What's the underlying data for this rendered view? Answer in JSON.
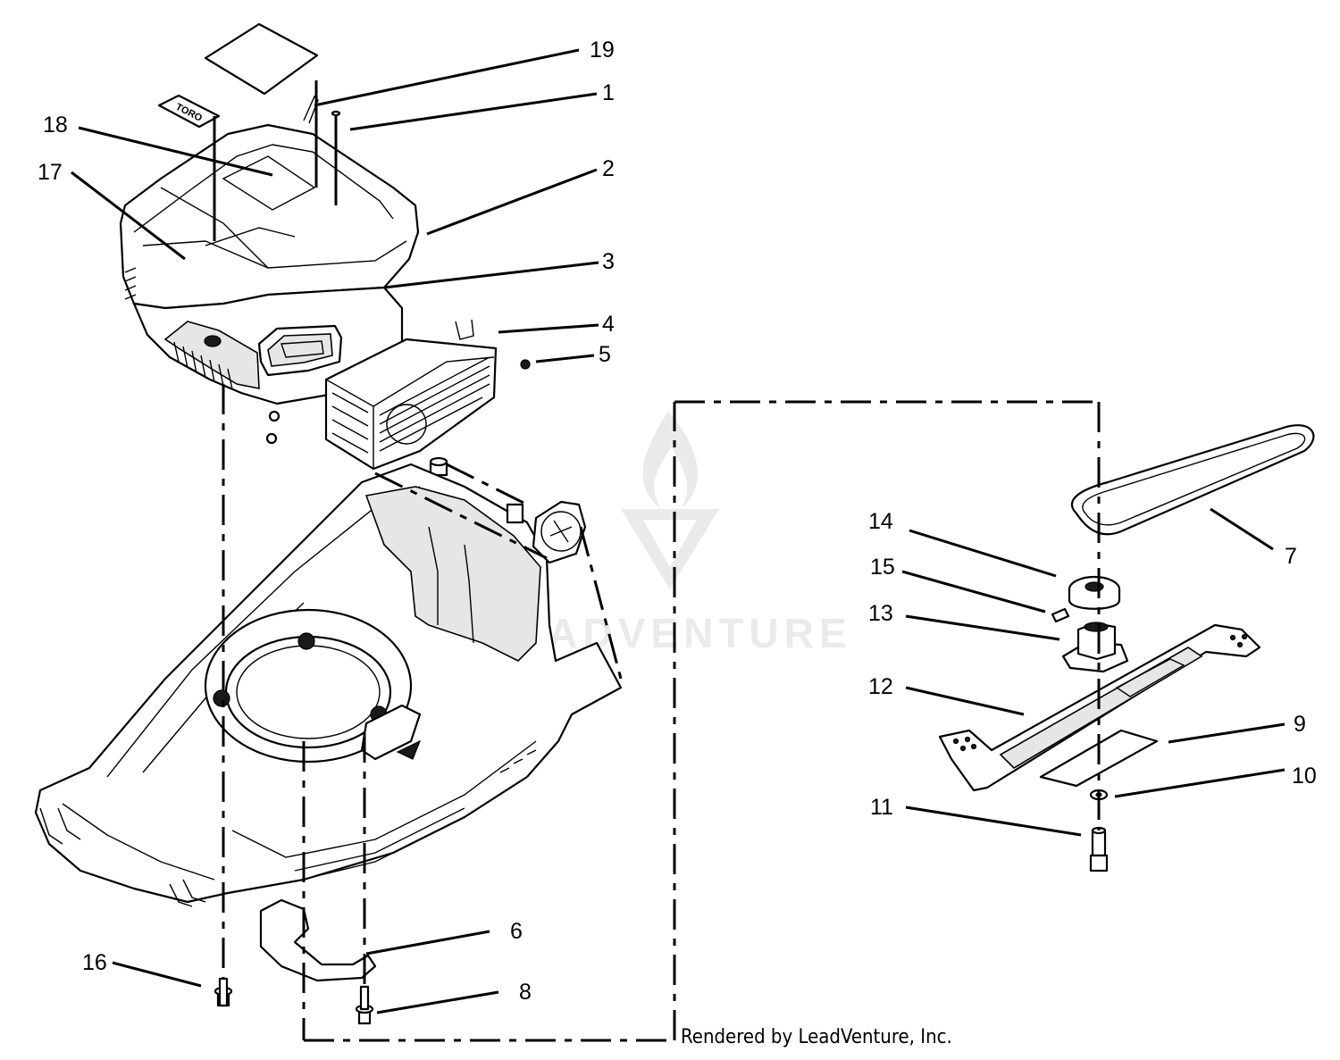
{
  "callouts": {
    "c1": "1",
    "c2": "2",
    "c3": "3",
    "c4": "4",
    "c5": "5",
    "c6": "6",
    "c7": "7",
    "c8": "8",
    "c9": "9",
    "c10": "10",
    "c11": "11",
    "c12": "12",
    "c13": "13",
    "c14": "14",
    "c15": "15",
    "c16": "16",
    "c17": "17",
    "c18": "18",
    "c19": "19"
  },
  "decal_text": "TORO",
  "watermark_text": "LEADVENTURE",
  "credit_text": "Rendered by LeadVenture, Inc.",
  "colors": {
    "line": "#000000",
    "watermark": "#d9d9d9",
    "shade": "#e6e6e6"
  }
}
